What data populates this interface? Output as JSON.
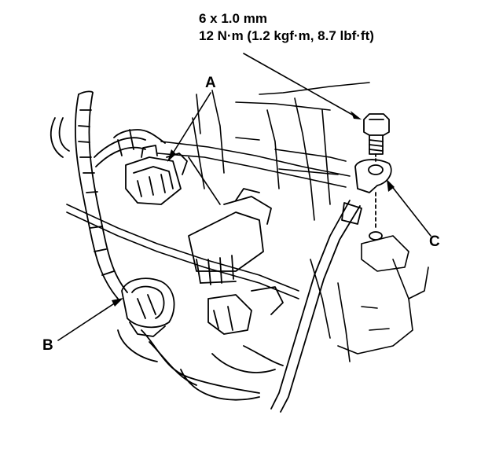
{
  "spec": {
    "line1": "6 x 1.0 mm",
    "line2": "12 N·m (1.2 kgf·m, 8.7 lbf·ft)"
  },
  "callouts": {
    "a": "A",
    "b": "B",
    "c": "C"
  },
  "colors": {
    "ink": "#000000",
    "paper": "#ffffff"
  }
}
